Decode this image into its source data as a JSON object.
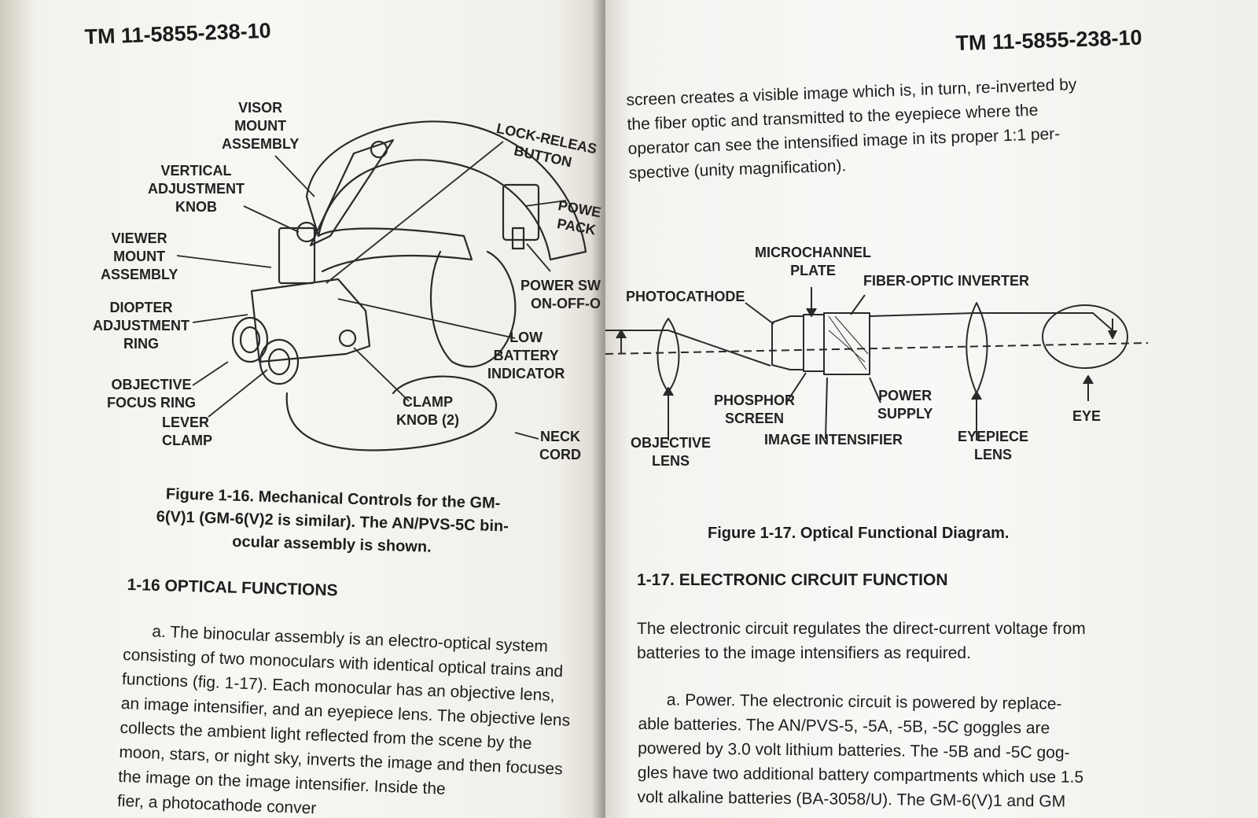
{
  "left_page": {
    "header": "TM 11-5855-238-10",
    "figure_labels": {
      "visor_mount_assembly": [
        "VISOR",
        "MOUNT",
        "ASSEMBLY"
      ],
      "vertical_adjustment_knob": [
        "VERTICAL",
        "ADJUSTMENT",
        "KNOB"
      ],
      "viewer_mount_assembly": [
        "VIEWER",
        "MOUNT",
        "ASSEMBLY"
      ],
      "diopter_adjustment_ring": [
        "DIOPTER",
        "ADJUSTMENT",
        "RING"
      ],
      "objective_focus_ring": [
        "OBJECTIVE",
        "FOCUS RING"
      ],
      "lever_clamp": [
        "LEVER",
        "CLAMP"
      ],
      "lock_release_button": [
        "LOCK-RELEAS",
        "BUTTON"
      ],
      "power_pack": [
        "POWE",
        "PACK"
      ],
      "power_switch": [
        "POWER SW",
        "ON-OFF-O"
      ],
      "low_battery_indicator": [
        "LOW",
        "BATTERY",
        "INDICATOR"
      ],
      "clamp_knob": [
        "CLAMP",
        "KNOB (2)"
      ],
      "neck_cord": [
        "NECK",
        "CORD"
      ]
    },
    "caption_lines": [
      "Figure 1-16. Mechanical Controls for the GM-",
      "6(V)1  (GM-6(V)2 is similar). The AN/PVS-5C bin-",
      "ocular assembly is shown."
    ],
    "section_title": "1-16 OPTICAL FUNCTIONS",
    "body_lines": [
      "a. The binocular assembly is an electro-optical system",
      "consisting of two monoculars with identical optical trains and",
      "functions (fig. 1-17). Each monocular has an objective lens,",
      "an image intensifier, and an eyepiece lens. The objective lens",
      "collects the ambient light reflected from the scene by the",
      "moon, stars, or night sky, inverts the image and then focuses",
      "the image on the image intensifier. Inside the",
      "fier, a photocathode conver"
    ]
  },
  "right_page": {
    "header": "TM 11-5855-238-10",
    "intro_lines": [
      "screen creates a visible image which is, in turn, re-inverted by",
      "the fiber optic and transmitted to the eyepiece where the",
      "operator can see the intensified image in its proper 1:1 per-",
      "spective (unity magnification)."
    ],
    "diagram_labels": {
      "microchannel_plate": [
        "MICROCHANNEL",
        "PLATE"
      ],
      "photocathode": "PHOTOCATHODE",
      "fiber_optic_inverter": "FIBER-OPTIC INVERTER",
      "phosphor_screen": [
        "PHOSPHOR",
        "SCREEN"
      ],
      "power_supply": [
        "POWER",
        "SUPPLY"
      ],
      "eye": "EYE",
      "objective_lens": [
        "OBJECTIVE",
        "LENS"
      ],
      "image_intensifier": "IMAGE INTENSIFIER",
      "eyepiece_lens": [
        "EYEPIECE",
        "LENS"
      ]
    },
    "caption": "Figure 1-17. Optical Functional Diagram.",
    "section_title": "1-17. ELECTRONIC CIRCUIT FUNCTION",
    "para1_lines": [
      "The electronic circuit regulates the direct-current voltage from",
      "batteries to the image intensifiers as required."
    ],
    "para2_lines": [
      "a. Power. The electronic circuit is powered by replace-",
      "able batteries.  The AN/PVS-5, -5A, -5B, -5C  goggles are",
      "powered by 3.0 volt lithium batteries.  The -5B and -5C gog-",
      "gles have two additional battery compartments which use 1.5",
      "volt alkaline batteries (BA-3058/U).  The GM-6(V)1 and GM"
    ]
  }
}
